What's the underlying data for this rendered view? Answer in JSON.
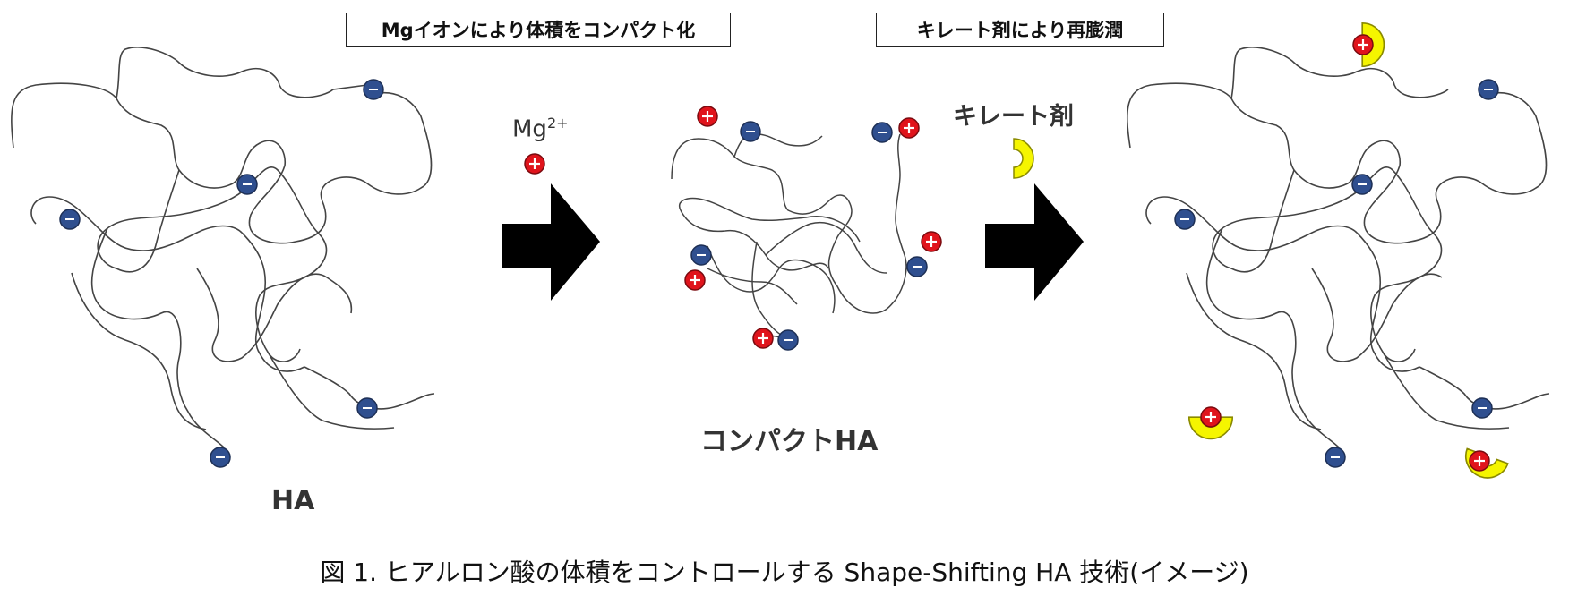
{
  "labels": {
    "box_left": "Mgイオンにより体積をコンパクト化",
    "box_right": "キレート剤により再膨潤",
    "ha": "HA",
    "compact_ha": "コンパクトHA",
    "mg_base": "Mg",
    "mg_charge": "2+",
    "chelator": "キレート剤",
    "caption": "図 1. ヒアルロン酸の体積をコントロールする Shape-Shifting HA 技術(イメージ)"
  },
  "symbols": {
    "minus": "−",
    "plus": "+"
  },
  "colors": {
    "negative": "#2f4f8f",
    "positive": "#e0141c",
    "chelator": "#f5f500",
    "chelator_edge": "#8a8a00",
    "chain": "#444444",
    "arrow": "#000000"
  }
}
